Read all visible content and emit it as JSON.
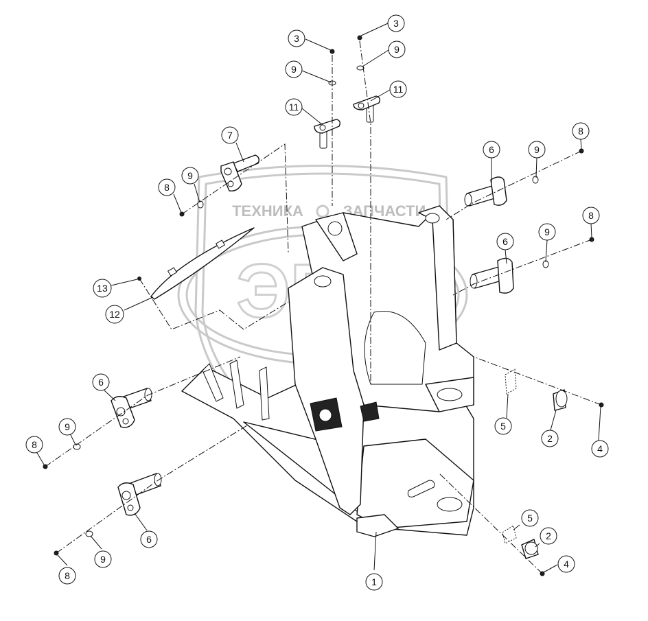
{
  "watermark": {
    "left_word": "ТЕХНИКА",
    "right_word": "ЗАПЧАСТИ",
    "logo_letters": "ЭПФ"
  },
  "callouts": [
    {
      "id": "c3a",
      "label": "3"
    },
    {
      "id": "c3b",
      "label": "3"
    },
    {
      "id": "c9a",
      "label": "9"
    },
    {
      "id": "c9b",
      "label": "9"
    },
    {
      "id": "c11a",
      "label": "11"
    },
    {
      "id": "c11b",
      "label": "11"
    },
    {
      "id": "c7",
      "label": "7"
    },
    {
      "id": "c9c",
      "label": "9"
    },
    {
      "id": "c8a",
      "label": "8"
    },
    {
      "id": "c6a",
      "label": "6"
    },
    {
      "id": "c9d",
      "label": "9"
    },
    {
      "id": "c8b",
      "label": "8"
    },
    {
      "id": "c8c",
      "label": "8"
    },
    {
      "id": "c9e",
      "label": "9"
    },
    {
      "id": "c6b",
      "label": "6"
    },
    {
      "id": "c13",
      "label": "13"
    },
    {
      "id": "c12",
      "label": "12"
    },
    {
      "id": "c6c",
      "label": "6"
    },
    {
      "id": "c5a",
      "label": "5"
    },
    {
      "id": "c2a",
      "label": "2"
    },
    {
      "id": "c4a",
      "label": "4"
    },
    {
      "id": "c9f",
      "label": "9"
    },
    {
      "id": "c8d",
      "label": "8"
    },
    {
      "id": "c6d",
      "label": "6"
    },
    {
      "id": "c5b",
      "label": "5"
    },
    {
      "id": "c2b",
      "label": "2"
    },
    {
      "id": "c4b",
      "label": "4"
    },
    {
      "id": "c9g",
      "label": "9"
    },
    {
      "id": "c8e",
      "label": "8"
    },
    {
      "id": "c1",
      "label": "1"
    }
  ]
}
